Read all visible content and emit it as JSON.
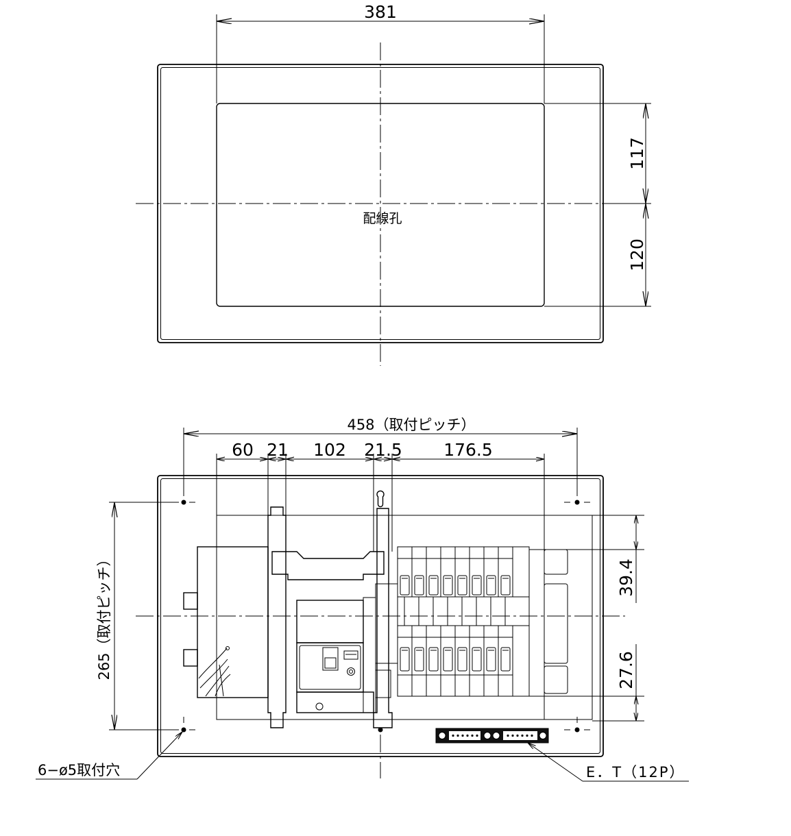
{
  "top_view": {
    "width_dim": "381",
    "upper_height_dim": "117",
    "lower_height_dim": "120",
    "hole_label": "配線孔"
  },
  "bottom_view": {
    "mount_pitch_width": "458（取付ピッチ）",
    "segment_dims": [
      "60",
      "21",
      "102",
      "21.5",
      "176.5"
    ],
    "mount_pitch_height": "265（取付ピッチ）",
    "top_offset_dim": "39.4",
    "bottom_offset_dim": "27.6",
    "mount_hole_label": "6−ø5取付穴",
    "terminal_label": "E．T（12P）"
  }
}
